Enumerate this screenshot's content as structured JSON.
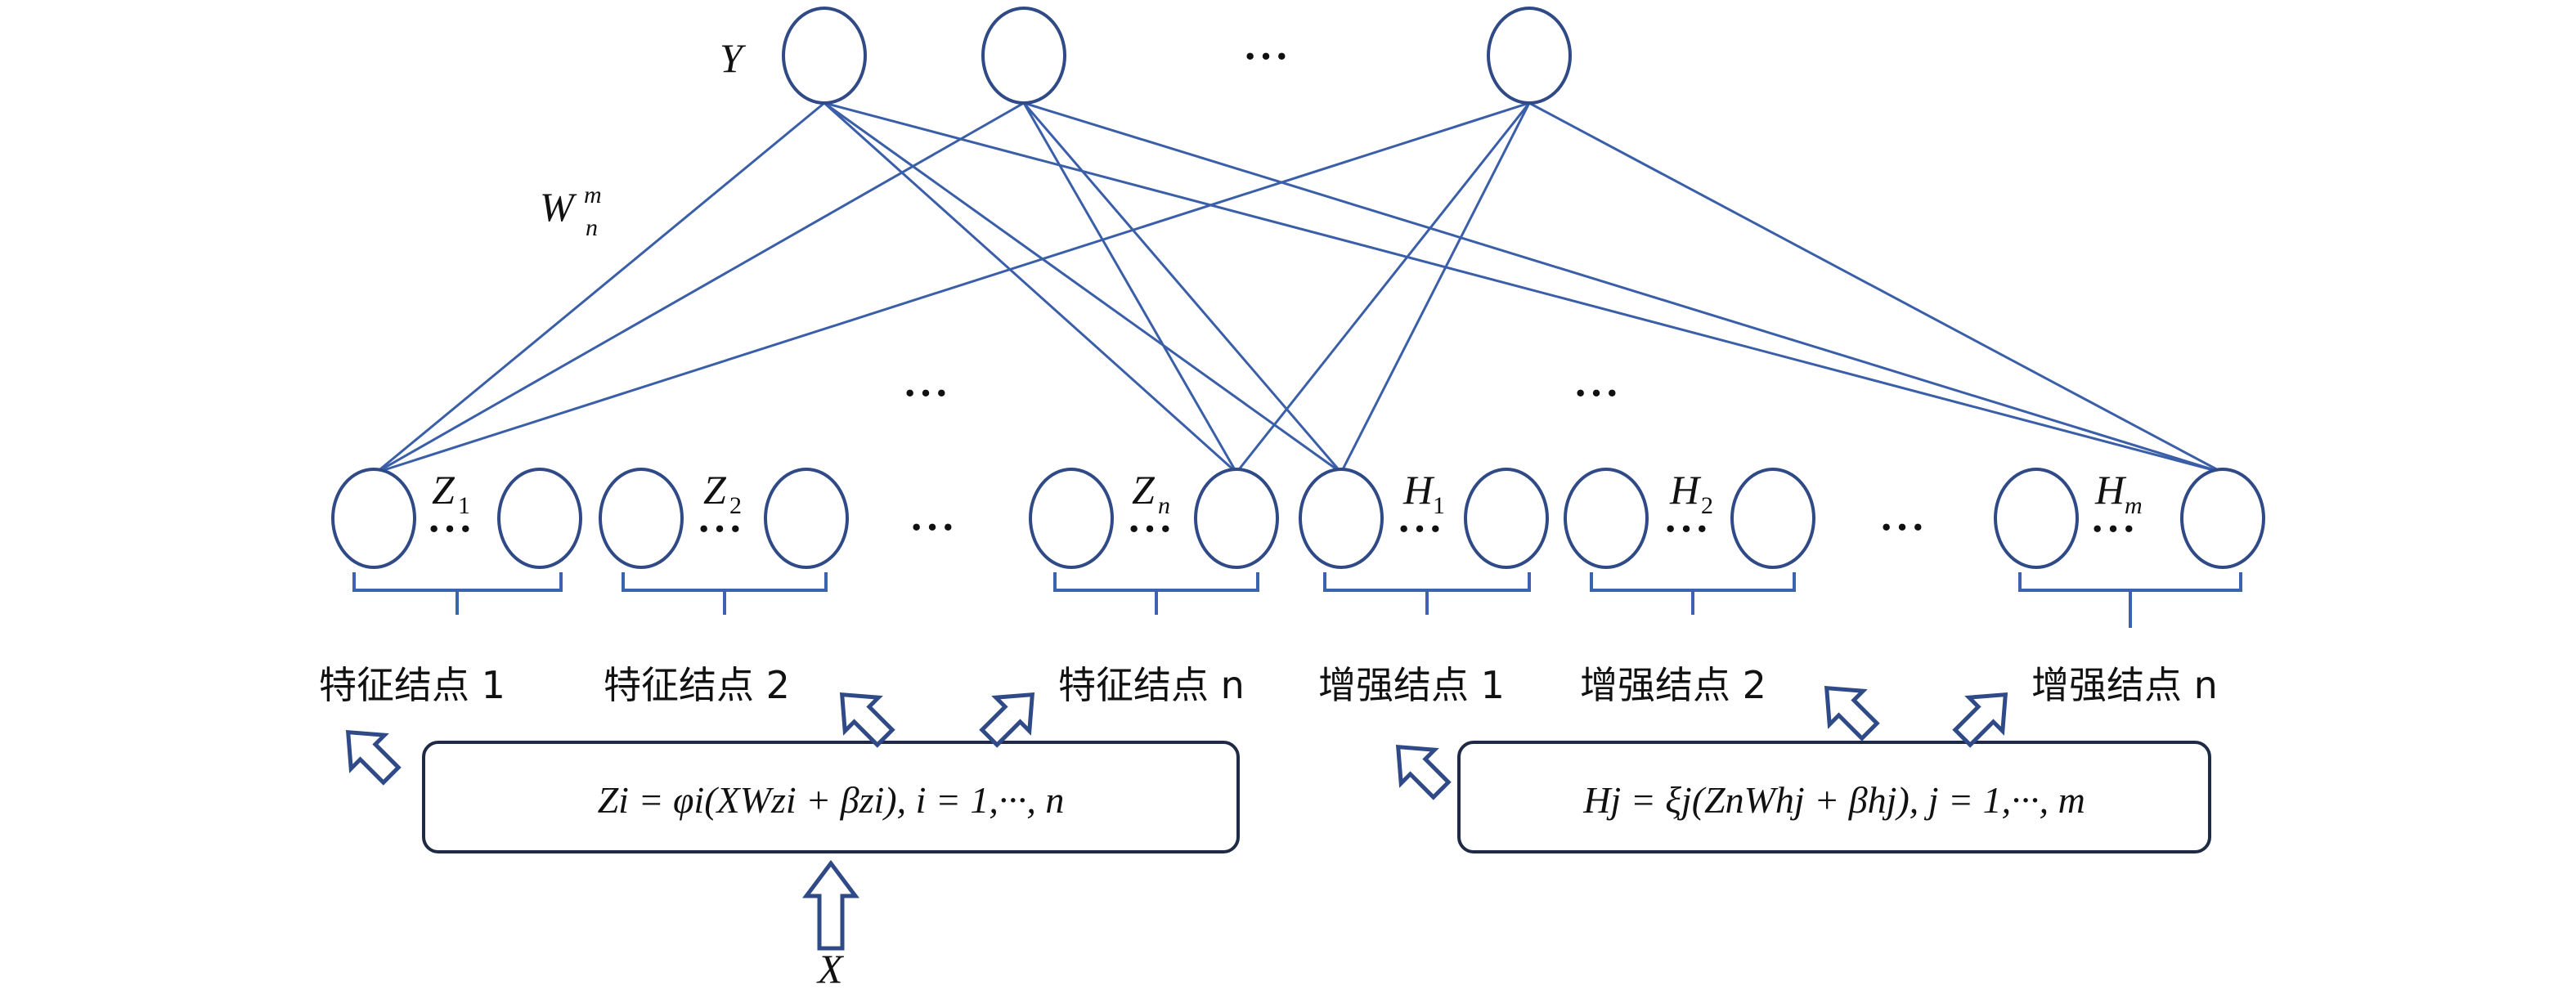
{
  "output_layer": {
    "label": "Y",
    "ellipsis": "···"
  },
  "weight_label": {
    "base": "W",
    "sup": "m",
    "sub": "n"
  },
  "hidden_ellipses": [
    "···",
    "···"
  ],
  "groups": [
    {
      "letter": "Z",
      "sub": "1",
      "dots": "···",
      "caption": "特征结点 1"
    },
    {
      "letter": "Z",
      "sub": "2",
      "dots": "···",
      "caption": "特征结点 2"
    },
    {
      "letter": "Z",
      "sub": "n",
      "dots": "···",
      "caption": "特征结点 n"
    },
    {
      "letter": "H",
      "sub": "1",
      "dots": "···",
      "caption": "增强结点 1"
    },
    {
      "letter": "H",
      "sub": "2",
      "dots": "···",
      "caption": "增强结点 2"
    },
    {
      "letter": "H",
      "sub": "m",
      "dots": "···",
      "caption": "增强结点 n"
    }
  ],
  "group_gaps": [
    "···",
    "···"
  ],
  "formulas": {
    "feature": "Zi = φi(XWzi + βzi), i = 1,···, n",
    "enhancement": "Hj = ξj(ZnWhj + βhj), j = 1,···, m"
  },
  "input_label": "X"
}
